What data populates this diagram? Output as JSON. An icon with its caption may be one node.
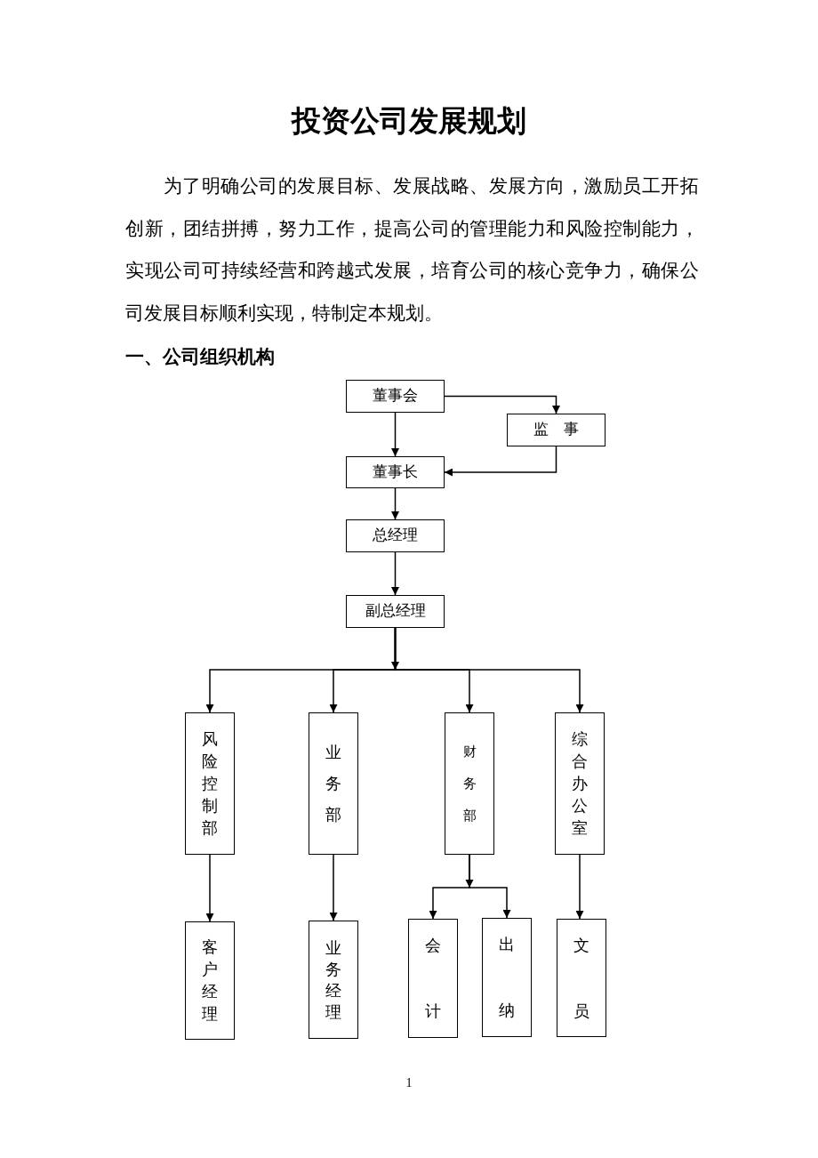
{
  "diagram": {
    "title": "投资公司发展规划",
    "nodes": [
      {
        "text": [
          "董事会"
        ]
      },
      {
        "text": [
          "监　事"
        ]
      },
      {
        "text": [
          "董事长"
        ]
      },
      {
        "text": [
          "总经理"
        ]
      },
      {
        "text": [
          "副总经理"
        ]
      },
      {
        "text": [
          "风险控制部"
        ]
      },
      {
        "text": [
          "业务部"
        ]
      },
      {
        "text": [
          "财务部"
        ]
      },
      {
        "text": [
          "综合办公室"
        ]
      },
      {
        "text": [
          "客户经理"
        ]
      },
      {
        "text": [
          "业务经理"
        ]
      },
      {
        "text": [
          "会计"
        ]
      },
      {
        "text": [
          "出纳"
        ]
      },
      {
        "text": [
          "文员"
        ]
      }
    ],
    "edges": [
      {
        "from": 0,
        "to": 1,
        "arrow": "to"
      },
      {
        "from": 0,
        "to": 2,
        "arrow": "to"
      },
      {
        "from": 1,
        "to": 2,
        "arrow": "to"
      },
      {
        "from": 2,
        "to": 3,
        "arrow": "to"
      },
      {
        "from": 3,
        "to": 4,
        "arrow": "to"
      },
      {
        "from": 4,
        "to": 5,
        "arrow": "to"
      },
      {
        "from": 4,
        "to": 6,
        "arrow": "to"
      },
      {
        "from": 4,
        "to": 7,
        "arrow": "to"
      },
      {
        "from": 4,
        "to": 8,
        "arrow": "to"
      },
      {
        "from": 5,
        "to": 9,
        "arrow": "to"
      },
      {
        "from": 6,
        "to": 10,
        "arrow": "to"
      },
      {
        "from": 7,
        "to": 11,
        "arrow": "to"
      },
      {
        "from": 7,
        "to": 12,
        "arrow": "to"
      },
      {
        "from": 8,
        "to": 13,
        "arrow": "to"
      }
    ],
    "labels": [
      "为了明确公司的发展目标、发展战略、发展方向，激励员工开拓创新，团结拼搏，努力工作，提高公司的管理能力和风险控制能力，实现公司可持续经营和跨越式发展，培育公司的核心竞争力，确保公司发展目标顺利实现，特制定本规划。",
      "一、公司组织机构",
      "1"
    ]
  }
}
